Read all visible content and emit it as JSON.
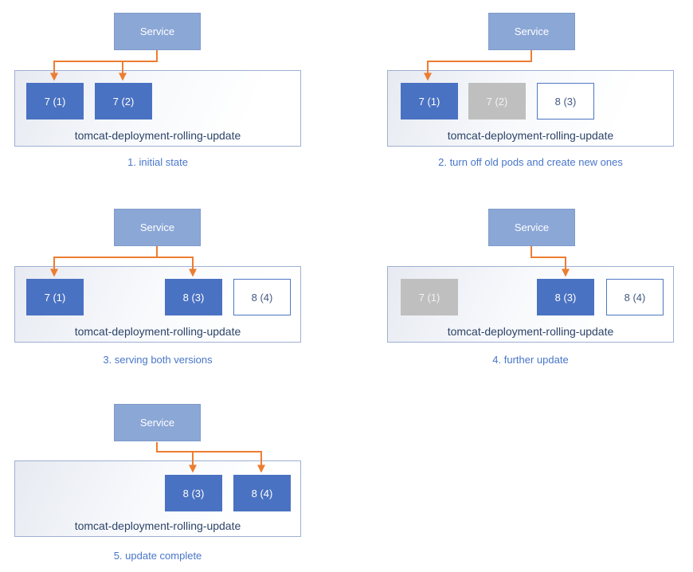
{
  "colors": {
    "service_fill": "#8ba7d6",
    "pod_running_fill": "#4a72c2",
    "pod_stopped_fill": "#bfbfbf",
    "pod_new_border": "#4f77c4",
    "arrow": "#ed7d31",
    "caption_text": "#4976c9",
    "deployment_label_text": "#2e4468",
    "deployment_box_border": "#9fb0d2"
  },
  "panels": [
    {
      "caption": "1. initial state",
      "service_label": "Service",
      "deployment_label": "tomcat-deployment-rolling-update",
      "service_targets": [
        "7 (1)",
        "7 (2)"
      ],
      "pods": [
        {
          "label": "7 (1)",
          "state": "running"
        },
        {
          "label": "7 (2)",
          "state": "running"
        }
      ]
    },
    {
      "caption": "2. turn off old pods and create new ones",
      "service_label": "Service",
      "deployment_label": "tomcat-deployment-rolling-update",
      "service_targets": [
        "7 (1)"
      ],
      "pods": [
        {
          "label": "7 (1)",
          "state": "running"
        },
        {
          "label": "7 (2)",
          "state": "stopped"
        },
        {
          "label": "8 (3)",
          "state": "new"
        }
      ]
    },
    {
      "caption": "3. serving both versions",
      "service_label": "Service",
      "deployment_label": "tomcat-deployment-rolling-update",
      "service_targets": [
        "7 (1)",
        "8 (3)"
      ],
      "pods": [
        {
          "label": "7 (1)",
          "state": "running"
        },
        {
          "label": "8 (3)",
          "state": "running"
        },
        {
          "label": "8 (4)",
          "state": "new"
        }
      ]
    },
    {
      "caption": "4. further update",
      "service_label": "Service",
      "deployment_label": "tomcat-deployment-rolling-update",
      "service_targets": [
        "8 (3)"
      ],
      "pods": [
        {
          "label": "7 (1)",
          "state": "stopped"
        },
        {
          "label": "8 (3)",
          "state": "running"
        },
        {
          "label": "8 (4)",
          "state": "new"
        }
      ]
    },
    {
      "caption": "5. update complete",
      "service_label": "Service",
      "deployment_label": "tomcat-deployment-rolling-update",
      "service_targets": [
        "8 (3)",
        "8 (4)"
      ],
      "pods": [
        {
          "label": "8 (3)",
          "state": "running"
        },
        {
          "label": "8 (4)",
          "state": "running"
        }
      ]
    }
  ]
}
